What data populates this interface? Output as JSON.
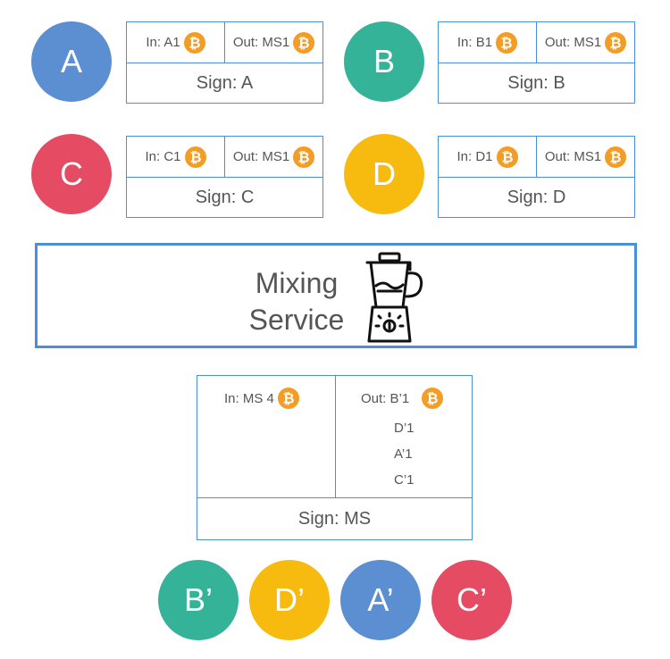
{
  "colors": {
    "A": "#5b8fd1",
    "B": "#35b398",
    "C": "#e54b62",
    "D": "#f7bb0f",
    "border": "#4a90d9",
    "btc": "#f39c26"
  },
  "participants": [
    {
      "label": "A",
      "in": "In: A1",
      "out": "Out: MS1",
      "sign": "Sign: A"
    },
    {
      "label": "B",
      "in": "In: B1",
      "out": "Out: MS1",
      "sign": "Sign: B"
    },
    {
      "label": "C",
      "in": "In: C1",
      "out": "Out: MS1",
      "sign": "Sign: C"
    },
    {
      "label": "D",
      "in": "In: D1",
      "out": "Out: MS1",
      "sign": "Sign: D"
    }
  ],
  "mixing": {
    "line1": "Mixing",
    "line2": "Service",
    "icon": "blender-icon"
  },
  "ms_tx": {
    "in": "In: MS 4",
    "out_label": "Out: B’1",
    "outputs": [
      "D’1",
      "A’1",
      "C’1"
    ],
    "sign": "Sign: MS"
  },
  "result_circles": [
    "B’",
    "D’",
    "A’",
    "C’"
  ]
}
